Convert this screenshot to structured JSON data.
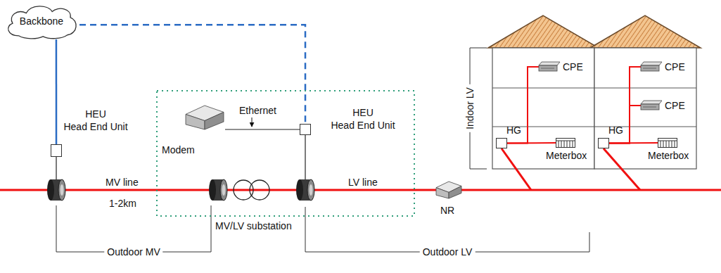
{
  "diagram": {
    "nodes": [
      {
        "text": [
          "Backbone"
        ]
      },
      {
        "text": [
          "HEU",
          "Head End Unit"
        ]
      },
      {
        "text": [
          "MV/LV substation"
        ]
      },
      {
        "text": [
          "Modem"
        ],
        "in": 2
      },
      {
        "text": [
          "HEU",
          "Head End Unit"
        ],
        "in": 2
      },
      {
        "text": [
          "NR"
        ]
      },
      {
        "text": [
          "CPE"
        ]
      },
      {
        "text": [
          "HG"
        ]
      },
      {
        "text": [
          "Meterbox"
        ]
      },
      {
        "text": [
          "CPE"
        ]
      },
      {
        "text": [
          "CPE"
        ]
      },
      {
        "text": [
          "HG"
        ]
      },
      {
        "text": [
          "Meterbox"
        ]
      }
    ],
    "edges": [
      {
        "from": 0,
        "to": 1,
        "arrow": "none"
      },
      {
        "from": 0,
        "to": 4,
        "arrow": "none"
      },
      {
        "from": 3,
        "to": 4,
        "label": "Ethernet",
        "arrow": "none"
      },
      {
        "from": 7,
        "to": 6,
        "arrow": "none"
      },
      {
        "from": 7,
        "to": 8,
        "arrow": "none"
      },
      {
        "from": 11,
        "to": 9,
        "arrow": "none"
      },
      {
        "from": 11,
        "to": 10,
        "arrow": "none"
      },
      {
        "from": 11,
        "to": 12,
        "arrow": "none"
      }
    ],
    "labels": [
      "MV line",
      "1-2km",
      "LV line",
      "Indoor LV",
      "Outdoor MV",
      "Outdoor LV"
    ]
  }
}
